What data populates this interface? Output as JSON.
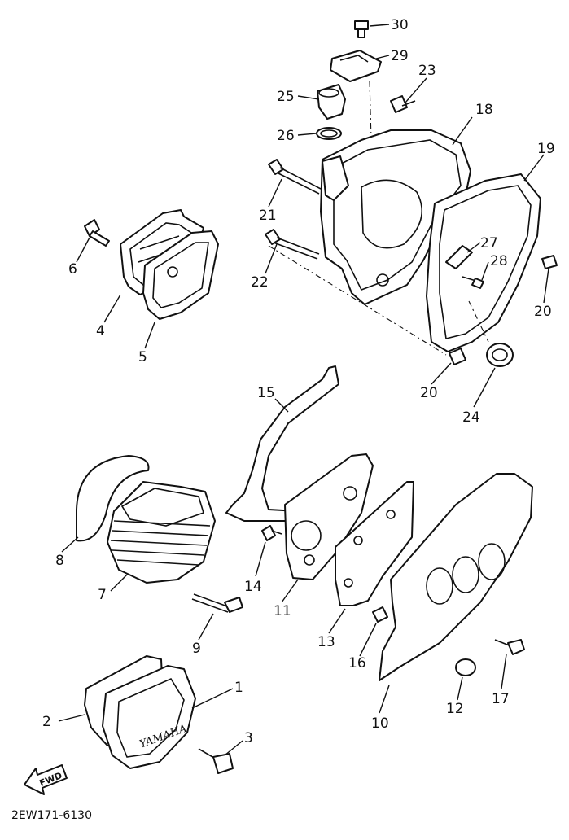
{
  "diagram": {
    "drawing_code": "2EW171-6130",
    "fwd_label": "FWD",
    "logo_text": "YAMAHA",
    "callouts": [
      {
        "id": "1",
        "label": "1"
      },
      {
        "id": "2",
        "label": "2"
      },
      {
        "id": "3",
        "label": "3"
      },
      {
        "id": "4",
        "label": "4"
      },
      {
        "id": "5",
        "label": "5"
      },
      {
        "id": "6",
        "label": "6"
      },
      {
        "id": "7",
        "label": "7"
      },
      {
        "id": "8",
        "label": "8"
      },
      {
        "id": "9",
        "label": "9"
      },
      {
        "id": "10",
        "label": "10"
      },
      {
        "id": "11",
        "label": "11"
      },
      {
        "id": "12",
        "label": "12"
      },
      {
        "id": "13",
        "label": "13"
      },
      {
        "id": "14",
        "label": "14"
      },
      {
        "id": "15",
        "label": "15"
      },
      {
        "id": "16",
        "label": "16"
      },
      {
        "id": "17",
        "label": "17"
      },
      {
        "id": "18",
        "label": "18"
      },
      {
        "id": "19",
        "label": "19"
      },
      {
        "id": "20a",
        "label": "20"
      },
      {
        "id": "20b",
        "label": "20"
      },
      {
        "id": "21",
        "label": "21"
      },
      {
        "id": "22",
        "label": "22"
      },
      {
        "id": "23",
        "label": "23"
      },
      {
        "id": "24",
        "label": "24"
      },
      {
        "id": "25",
        "label": "25"
      },
      {
        "id": "26",
        "label": "26"
      },
      {
        "id": "27",
        "label": "27"
      },
      {
        "id": "28",
        "label": "28"
      },
      {
        "id": "29",
        "label": "29"
      },
      {
        "id": "30",
        "label": "30"
      }
    ]
  }
}
